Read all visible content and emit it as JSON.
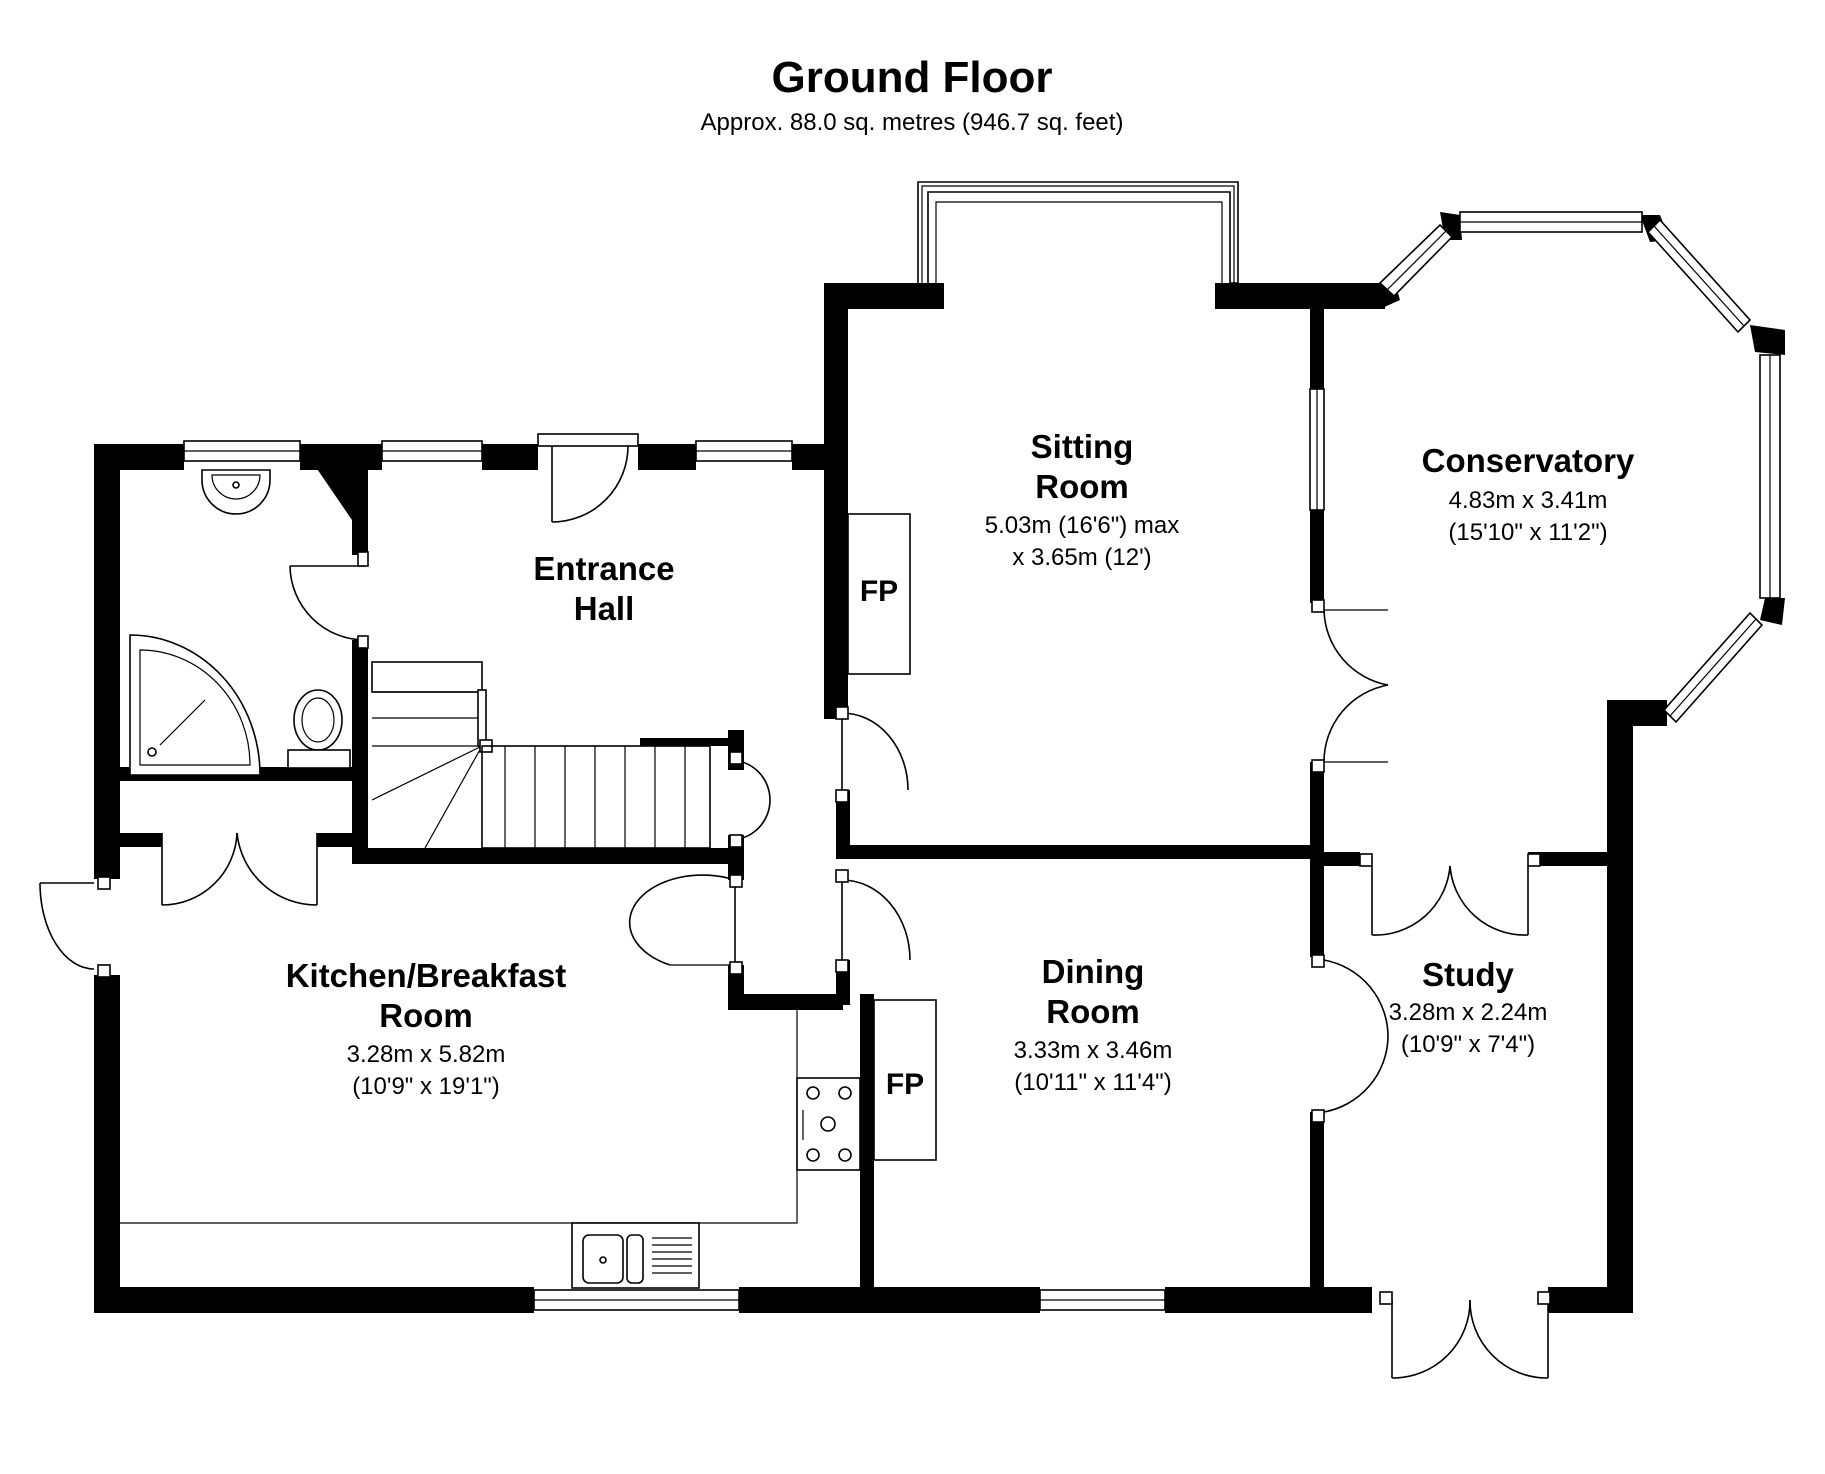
{
  "header": {
    "title": "Ground Floor",
    "subtitle": "Approx.  88.0 sq. metres (946.7 sq. feet)"
  },
  "rooms": {
    "entrance_hall": {
      "line1": "Entrance",
      "line2": "Hall"
    },
    "sitting_room": {
      "line1": "Sitting",
      "line2": "Room",
      "dim1": "5.03m (16'6\") max",
      "dim2": "x 3.65m (12')"
    },
    "conservatory": {
      "line1": "Conservatory",
      "dim1": "4.83m x 3.41m",
      "dim2": "(15'10\" x 11'2\")"
    },
    "kitchen": {
      "line1": "Kitchen/Breakfast",
      "line2": "Room",
      "dim1": "3.28m x 5.82m",
      "dim2": "(10'9\" x 19'1\")"
    },
    "dining_room": {
      "line1": "Dining",
      "line2": "Room",
      "dim1": "3.33m x 3.46m",
      "dim2": "(10'11\" x 11'4\")"
    },
    "study": {
      "line1": "Study",
      "dim1": "3.28m x 2.24m",
      "dim2": "(10'9\" x 7'4\")"
    }
  },
  "fireplaces": {
    "sitting": "FP",
    "dining": "FP"
  }
}
